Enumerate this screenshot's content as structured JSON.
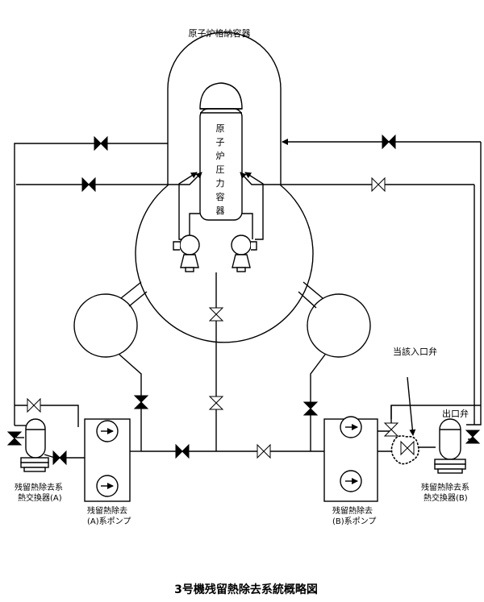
{
  "labels": {
    "containment": "原子炉格納容器",
    "rpv": [
      "原",
      "子",
      "炉",
      "圧",
      "力",
      "容",
      "器"
    ],
    "hx_a": [
      "残留熱除去系",
      "熱交換器(A)"
    ],
    "pump_a": [
      "残留熱除去",
      "(A)系ポンプ"
    ],
    "pump_b": [
      "残留熱除去",
      "(B)系ポンプ"
    ],
    "hx_b": [
      "残留熱除去系",
      "熱交換器(B)"
    ],
    "inlet_valve": "当該入口弁",
    "outlet_valve": "出口弁",
    "title": "3号機残留熱除去系統概略図"
  },
  "colors": {
    "line": "#000000",
    "background": "#ffffff"
  }
}
